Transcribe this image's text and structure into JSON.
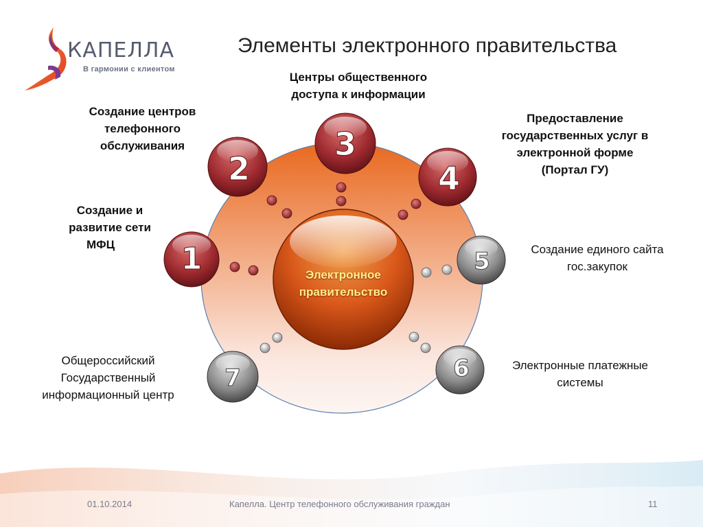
{
  "brand": {
    "name": "КАПЕЛЛА",
    "tagline": "В гармонии  с  клиентом",
    "logo_icon": "ribbon-s-logo-icon",
    "colors": {
      "orange": "#ef5a1e",
      "purple": "#6b3a8e",
      "red": "#c81e3c"
    }
  },
  "slide": {
    "title": "Элементы электронного правительства"
  },
  "diagram": {
    "center": {
      "line1": "Электронное",
      "line2": "правительство"
    },
    "nodes": [
      {
        "number": "1",
        "label_lines": [
          "Создание и",
          "развитие сети",
          "МФЦ"
        ],
        "bold": true
      },
      {
        "number": "2",
        "label_lines": [
          "Создание центров",
          "телефонного",
          "обслуживания"
        ],
        "bold": true
      },
      {
        "number": "3",
        "label_lines": [
          "Центры общественного",
          "доступа к информации"
        ],
        "bold": true
      },
      {
        "number": "4",
        "label_lines": [
          "Предоставление",
          "государственных услуг в",
          "электронной форме",
          "(Портал ГУ)"
        ],
        "bold": true
      },
      {
        "number": "5",
        "label_lines": [
          "Создание единого сайта",
          "гос.закупок"
        ],
        "bold": false
      },
      {
        "number": "6",
        "label_lines": [
          "Электронные платежные",
          "системы"
        ],
        "bold": false
      },
      {
        "number": "7",
        "label_lines": [
          "Общероссийский",
          "Государственный",
          "информационный центр"
        ],
        "bold": false
      }
    ],
    "colors": {
      "red_ball": "#9e2a2f",
      "gray_ball": "#8a8a8a",
      "center_ball": "#d9581a",
      "outer_fill": "#ee7b3e"
    }
  },
  "footer": {
    "date": "01.10.2014",
    "caption": "Капелла. Центр телефонного обслуживания граждан",
    "page": "11"
  }
}
